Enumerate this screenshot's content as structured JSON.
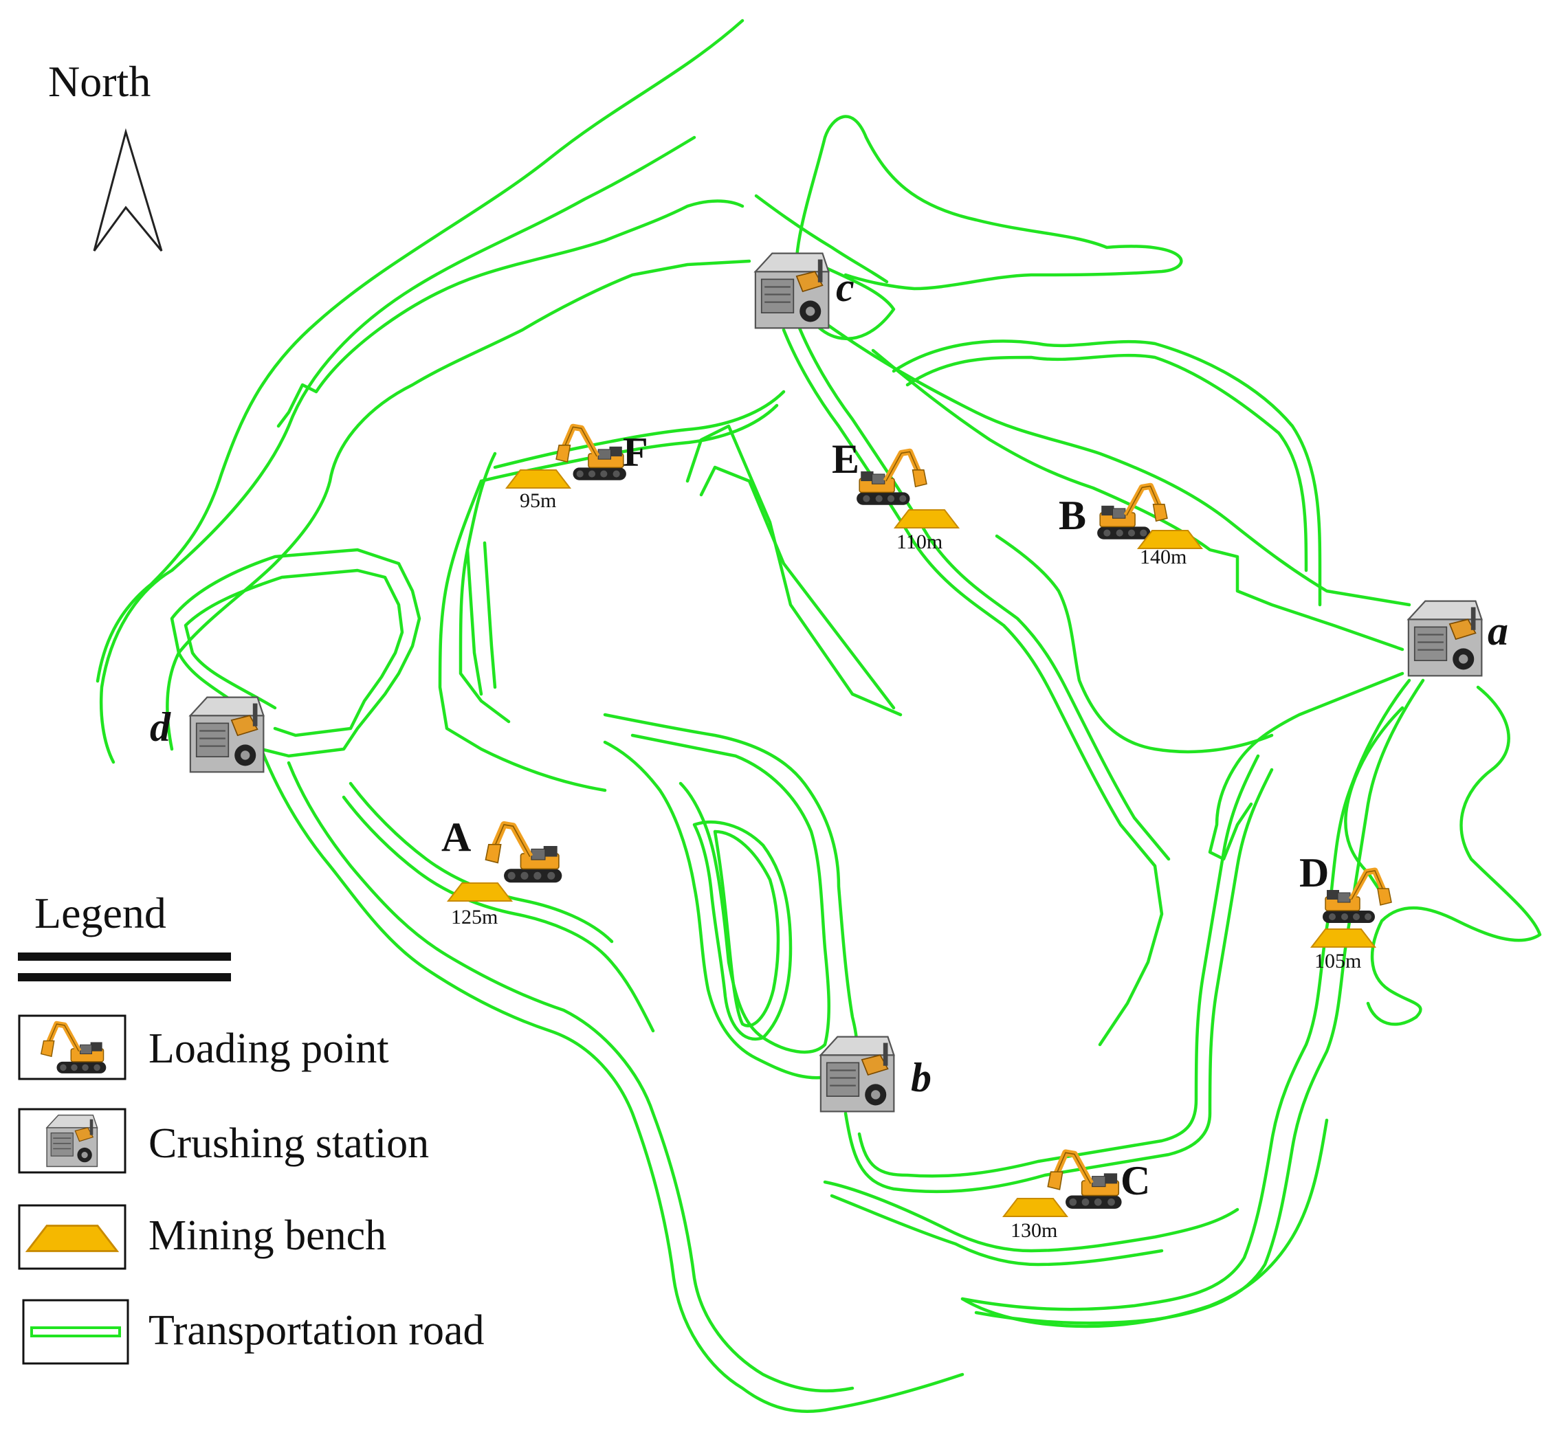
{
  "north_label": "North",
  "legend": {
    "title": "Legend",
    "items": [
      {
        "label": "Loading point",
        "icon": "excavator-icon"
      },
      {
        "label": "Crushing station",
        "icon": "crusher-icon"
      },
      {
        "label": "Mining bench",
        "icon": "mining-bench-icon"
      },
      {
        "label": "Transportation road",
        "icon": "road-icon"
      }
    ]
  },
  "loading_points": [
    {
      "label": "A",
      "bench": "125m"
    },
    {
      "label": "B",
      "bench": "140m"
    },
    {
      "label": "C",
      "bench": "130m"
    },
    {
      "label": "D",
      "bench": "105m"
    },
    {
      "label": "E",
      "bench": "110m"
    },
    {
      "label": "F",
      "bench": "95m"
    }
  ],
  "crushing_stations": [
    {
      "label": "a"
    },
    {
      "label": "b"
    },
    {
      "label": "c"
    },
    {
      "label": "d"
    }
  ],
  "colors": {
    "road": "#21e421",
    "bench": "#f5b800",
    "excavator": "#f0a020"
  }
}
